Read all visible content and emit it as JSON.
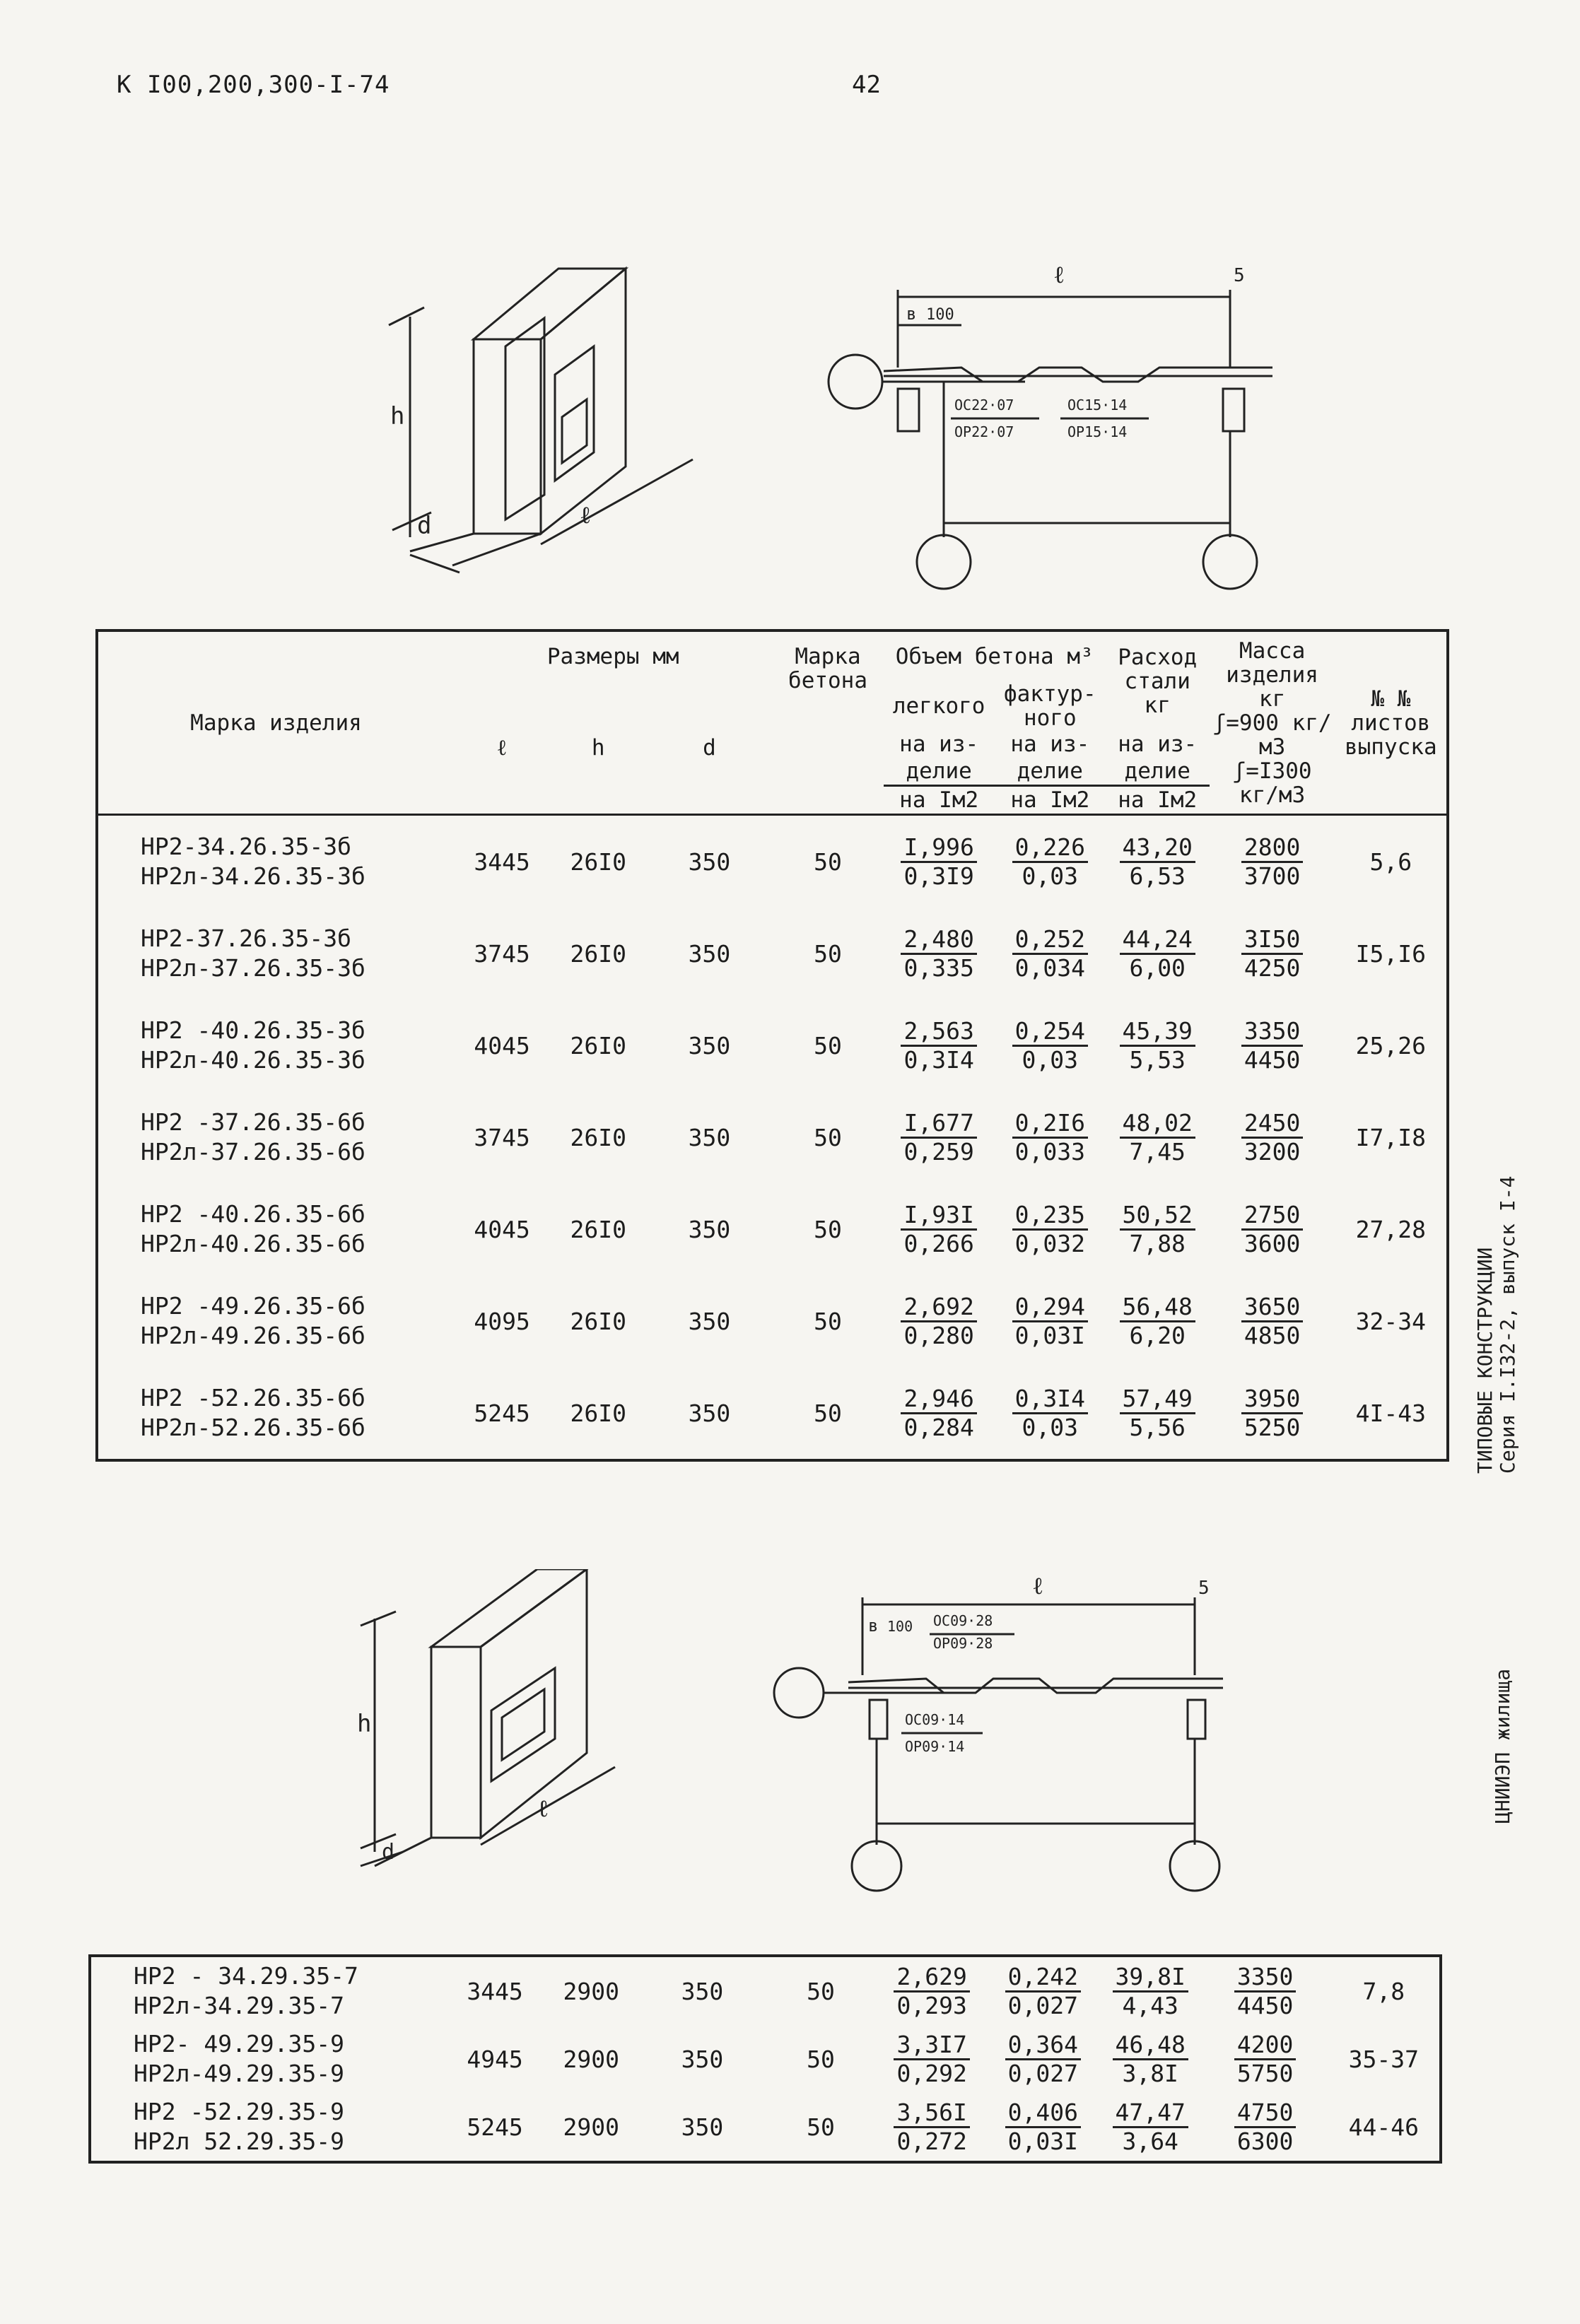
{
  "header": {
    "code": "К I00,200,300-I-74",
    "page": "42"
  },
  "side": {
    "series_line1": "ТИПОВЫЕ КОНСТРУКЦИИ",
    "series_line2": "Серия I.I32-2, выпуск I-4",
    "org": "ЦНИИЭП жилища"
  },
  "drawing1": {
    "iso": {
      "h": "h",
      "l": "ℓ",
      "d": "d"
    },
    "plan": {
      "l": "ℓ",
      "five": "5",
      "b": "в",
      "hundred": "100",
      "c1": "ОС22·07",
      "c2": "ОР22·07",
      "c3": "ОС15·14",
      "c4": "ОР15·14"
    }
  },
  "drawing2": {
    "iso": {
      "h": "h",
      "l": "ℓ",
      "d": "d"
    },
    "plan": {
      "l": "ℓ",
      "five": "5",
      "b": "в",
      "hundred": "100",
      "c1": "ОС09·28",
      "c2": "ОР09·28",
      "c3": "ОС09·14",
      "c4": "ОР09·14"
    }
  },
  "table_head": {
    "mark": "Марка изделия",
    "sizes": "Размеры мм",
    "l": "ℓ",
    "h": "h",
    "d": "d",
    "concrete": "Марка бетона",
    "volume": "Объем бетона м³",
    "light": "легкого",
    "facing": "фактур- ного",
    "per_item": "на из- делие",
    "per_m2": "на Iм2",
    "steel": "Расход стали",
    "kg": "кг",
    "mass": "Масса изделия кг",
    "mass_a": "ʃ=900 кг/м3",
    "mass_b": "ʃ=I300 кг/м3",
    "sheets": "№ № листов выпуска"
  },
  "table1": [
    {
      "m1": "НР2-34.26.35-3б",
      "m2": "НР2л-34.26.35-3б",
      "l": "3445",
      "h": "26I0",
      "d": "350",
      "c": "50",
      "v1n": "I,996",
      "v1d": "0,3I9",
      "v2n": "0,226",
      "v2d": "0,03",
      "sn": "43,20",
      "sd": "6,53",
      "mn": "2800",
      "md": "3700",
      "sh": "5,6"
    },
    {
      "m1": "НР2-37.26.35-3б",
      "m2": "НР2л-37.26.35-3б",
      "l": "3745",
      "h": "26I0",
      "d": "350",
      "c": "50",
      "v1n": "2,480",
      "v1d": "0,335",
      "v2n": "0,252",
      "v2d": "0,034",
      "sn": "44,24",
      "sd": "6,00",
      "mn": "3I50",
      "md": "4250",
      "sh": "I5,I6"
    },
    {
      "m1": "НР2 -40.26.35-3б",
      "m2": "НР2л-40.26.35-3б",
      "l": "4045",
      "h": "26I0",
      "d": "350",
      "c": "50",
      "v1n": "2,563",
      "v1d": "0,3I4",
      "v2n": "0,254",
      "v2d": "0,03",
      "sn": "45,39",
      "sd": "5,53",
      "mn": "3350",
      "md": "4450",
      "sh": "25,26"
    },
    {
      "m1": "НР2 -37.26.35-6б",
      "m2": "НР2л-37.26.35-6б",
      "l": "3745",
      "h": "26I0",
      "d": "350",
      "c": "50",
      "v1n": "I,677",
      "v1d": "0,259",
      "v2n": "0,2I6",
      "v2d": "0,033",
      "sn": "48,02",
      "sd": "7,45",
      "mn": "2450",
      "md": "3200",
      "sh": "I7,I8"
    },
    {
      "m1": "НР2 -40.26.35-6б",
      "m2": "НР2л-40.26.35-6б",
      "l": "4045",
      "h": "26I0",
      "d": "350",
      "c": "50",
      "v1n": "I,93I",
      "v1d": "0,266",
      "v2n": "0,235",
      "v2d": "0,032",
      "sn": "50,52",
      "sd": "7,88",
      "mn": "2750",
      "md": "3600",
      "sh": "27,28"
    },
    {
      "m1": "НР2 -49.26.35-6б",
      "m2": "НР2л-49.26.35-6б",
      "l": "4095",
      "h": "26I0",
      "d": "350",
      "c": "50",
      "v1n": "2,692",
      "v1d": "0,280",
      "v2n": "0,294",
      "v2d": "0,03I",
      "sn": "56,48",
      "sd": "6,20",
      "mn": "3650",
      "md": "4850",
      "sh": "32-34"
    },
    {
      "m1": "НР2 -52.26.35-6б",
      "m2": "НР2л-52.26.35-6б",
      "l": "5245",
      "h": "26I0",
      "d": "350",
      "c": "50",
      "v1n": "2,946",
      "v1d": "0,284",
      "v2n": "0,3I4",
      "v2d": "0,03",
      "sn": "57,49",
      "sd": "5,56",
      "mn": "3950",
      "md": "5250",
      "sh": "4I-43"
    }
  ],
  "table2": [
    {
      "m1": "НР2 - 34.29.35-7",
      "m2": "НР2л-34.29.35-7",
      "l": "3445",
      "h": "2900",
      "d": "350",
      "c": "50",
      "v1n": "2,629",
      "v1d": "0,293",
      "v2n": "0,242",
      "v2d": "0,027",
      "sn": "39,8I",
      "sd": "4,43",
      "mn": "3350",
      "md": "4450",
      "sh": "7,8"
    },
    {
      "m1": "НР2- 49.29.35-9",
      "m2": "НР2л-49.29.35-9",
      "l": "4945",
      "h": "2900",
      "d": "350",
      "c": "50",
      "v1n": "3,3I7",
      "v1d": "0,292",
      "v2n": "0,364",
      "v2d": "0,027",
      "sn": "46,48",
      "sd": "3,8I",
      "mn": "4200",
      "md": "5750",
      "sh": "35-37"
    },
    {
      "m1": "НР2 -52.29.35-9",
      "m2": "НР2л 52.29.35-9",
      "l": "5245",
      "h": "2900",
      "d": "350",
      "c": "50",
      "v1n": "3,56I",
      "v1d": "0,272",
      "v2n": "0,406",
      "v2d": "0,03I",
      "sn": "47,47",
      "sd": "3,64",
      "mn": "4750",
      "md": "6300",
      "sh": "44-46"
    }
  ]
}
